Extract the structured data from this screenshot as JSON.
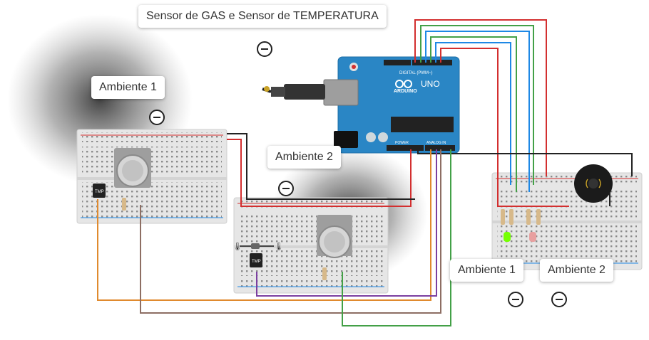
{
  "colors": {
    "wire_red": "#d32f2f",
    "wire_black": "#222222",
    "wire_green": "#43a047",
    "wire_blue": "#1e88e5",
    "wire_orange": "#e08a2e",
    "wire_purple": "#7b3fa0",
    "wire_brown": "#8d6e63",
    "arduino": "#2a86c5",
    "breadboard": "#e6e6e6",
    "gas_sensor": "#bdbdbd"
  },
  "callouts": {
    "title": "Sensor de GAS e Sensor de TEMPERATURA",
    "ambiente1_top": "Ambiente 1",
    "ambiente2_mid": "Ambiente 2",
    "ambiente1_right": "Ambiente 1",
    "ambiente2_right": "Ambiente 2"
  },
  "arduino": {
    "logo": "ARDUINO",
    "model": "UNO",
    "header_digital": "DIGITAL (PWM~)",
    "header_power": "POWER",
    "header_analog": "ANALOG IN"
  },
  "components": {
    "temp_sensor_label": "TMP"
  }
}
